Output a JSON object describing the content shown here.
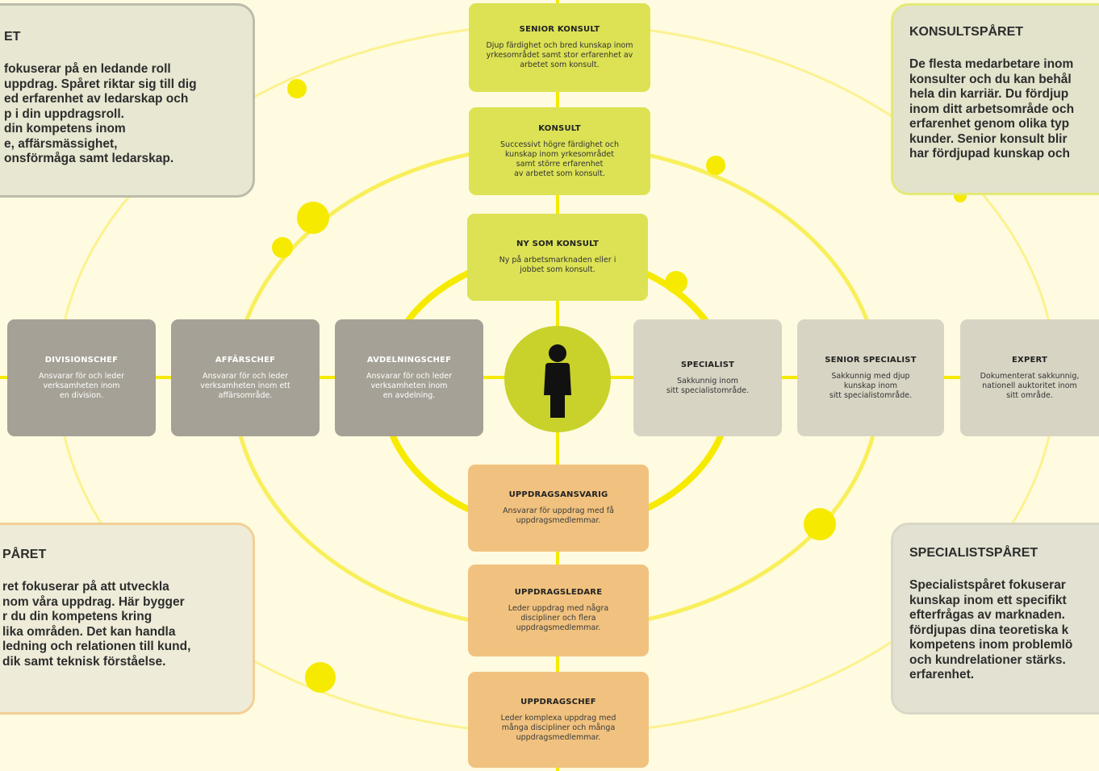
{
  "colors": {
    "background": "#fffbe0",
    "ring": "#f6ea00",
    "ring_soft": "#fbf290",
    "person_circle": "#c8d22a",
    "green_box": "#dce254",
    "grey_box": "#a6a196",
    "light_box": "#d8d4c4",
    "orange_box": "#f1c27f"
  },
  "consultant_track": [
    {
      "title": "SENIOR KONSULT",
      "lines": [
        "Djup färdighet och bred kunskap inom",
        "yrkesområdet samt stor erfarenhet av",
        "arbetet som konsult."
      ]
    },
    {
      "title": "KONSULT",
      "lines": [
        "Successivt högre färdighet och",
        "kunskap inom yrkesområdet",
        "samt större erfarenhet",
        "av arbetet som konsult."
      ]
    },
    {
      "title": "NY SOM KONSULT",
      "lines": [
        "Ny på arbetsmarknaden eller i",
        "jobbet som konsult."
      ]
    }
  ],
  "management_track": [
    {
      "title": "DIVISIONSCHEF",
      "lines": [
        "Ansvarar för och leder",
        "verksamheten inom",
        "en division."
      ]
    },
    {
      "title": "AFFÄRSCHEF",
      "lines": [
        "Ansvarar för och leder",
        "verksamheten inom ett",
        "affärsområde."
      ]
    },
    {
      "title": "AVDELNINGSCHEF",
      "lines": [
        "Ansvarar för och leder",
        "verksamheten inom",
        "en avdelning."
      ]
    }
  ],
  "specialist_track": [
    {
      "title": "SPECIALIST",
      "lines": [
        "Sakkunnig inom",
        "sitt specialistområde."
      ]
    },
    {
      "title": "SENIOR SPECIALIST",
      "lines": [
        "Sakkunnig med djup",
        "kunskap inom",
        "sitt specialistområde."
      ]
    },
    {
      "title": "EXPERT",
      "lines": [
        "Dokumenterat sakkunnig,",
        "nationell auktoritet inom",
        "sitt område."
      ]
    }
  ],
  "assignment_track": [
    {
      "title": "UPPDRAGSANSVARIG",
      "lines": [
        "Ansvarar för uppdrag med få",
        "uppdragsmedlemmar."
      ]
    },
    {
      "title": "UPPDRAGSLEDARE",
      "lines": [
        "Leder uppdrag med några",
        "discipliner och flera",
        "uppdragsmedlemmar."
      ]
    },
    {
      "title": "UPPDRAGSCHEF",
      "lines": [
        "Leder komplexa uppdrag med",
        "många discipliner och många",
        "uppdragsmedlemmar."
      ]
    }
  ],
  "person_icon": "person-icon",
  "info_boxes": {
    "top_left": {
      "title": "ET",
      "lines": [
        "fokuserar på en ledande roll",
        "uppdrag. Spåret riktar sig till dig",
        "ed erfarenhet av ledarskap och",
        "p i din uppdragsroll.",
        "din kompetens inom",
        "e, affärsmässighet,",
        "onsförmåga samt ledarskap."
      ]
    },
    "top_right": {
      "title": "KONSULTSPÅRET",
      "lines": [
        "De flesta medarbetare inom",
        "konsulter och du kan behål",
        "hela din karriär. Du fördjup",
        "inom ditt arbetsområde och",
        "erfarenhet genom olika typ",
        "kunder. Senior konsult blir",
        "har fördjupad kunskap och"
      ]
    },
    "bottom_left": {
      "title": "PÅRET",
      "lines": [
        "ret fokuserar på att utveckla",
        "nom våra uppdrag. Här bygger",
        "r du din kompetens kring",
        "lika områden. Det kan handla",
        "ledning och relationen till kund,",
        "dik samt teknisk förståelse."
      ]
    },
    "bottom_right": {
      "title": "SPECIALISTSPÅRET",
      "lines": [
        "Specialistspåret fokuserar",
        "kunskap inom ett specifikt",
        "efterfrågas av marknaden.",
        "fördjupas dina teoretiska k",
        "kompetens inom problemlö",
        "och kundrelationer stärks.",
        "erfarenhet."
      ]
    }
  }
}
